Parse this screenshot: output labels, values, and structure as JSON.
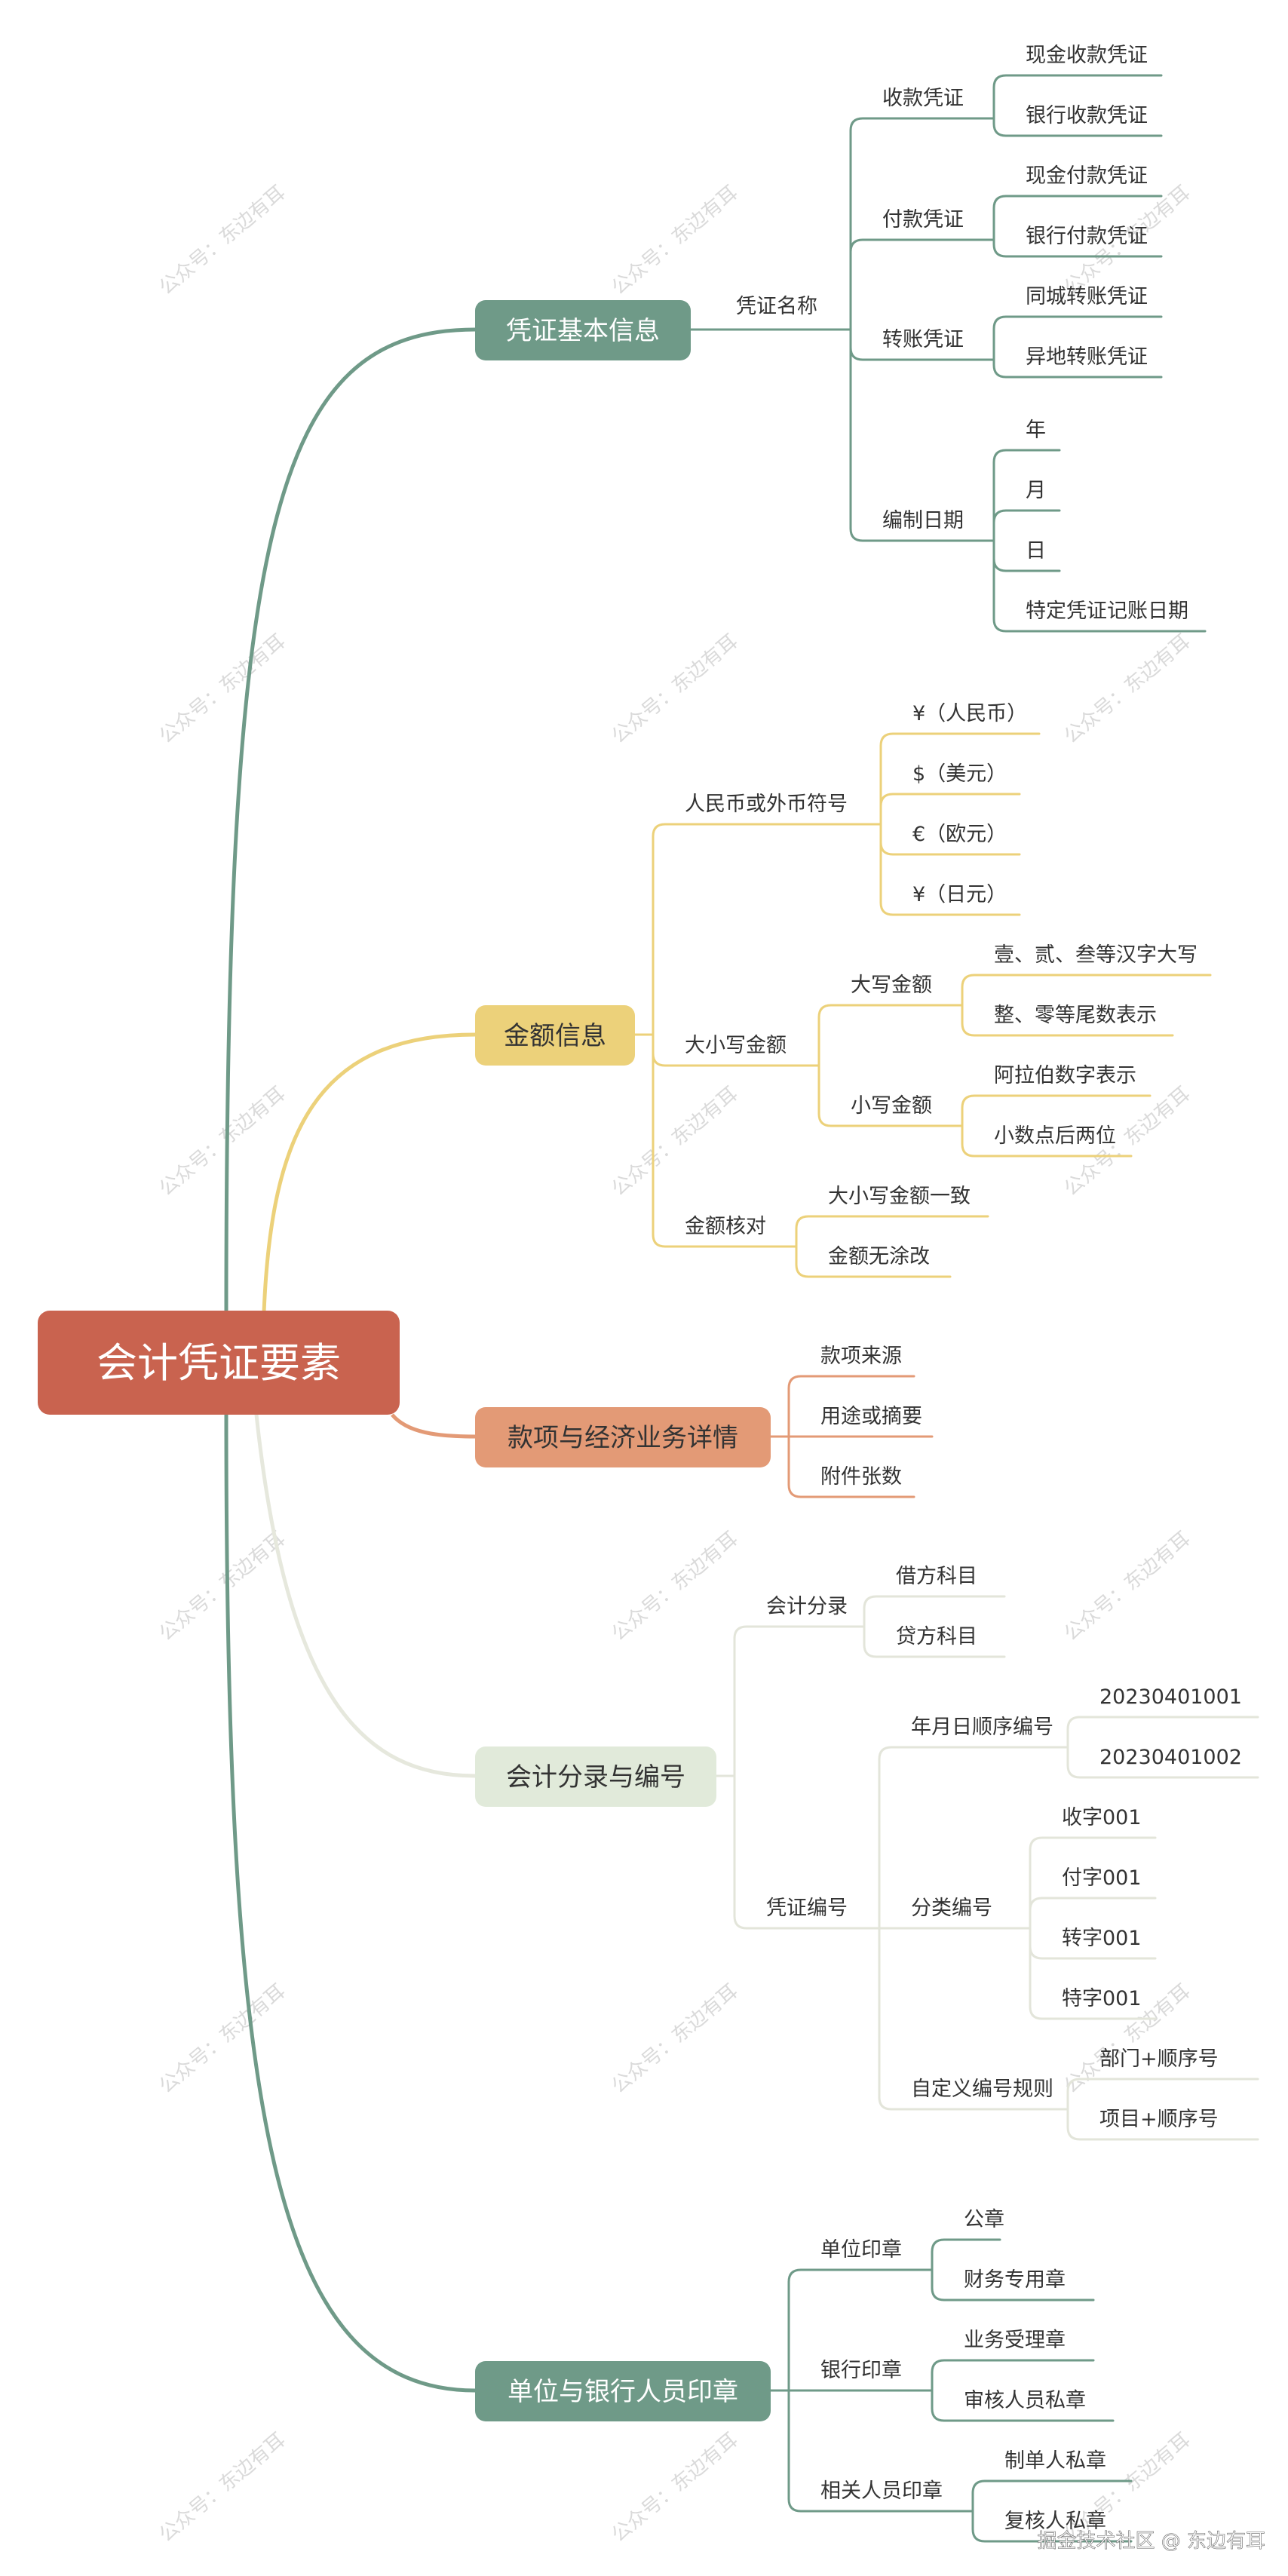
{
  "root": {
    "label": "会计凭证要素",
    "color": "#c9634f"
  },
  "watermark": {
    "text": "公众号：东边有耳"
  },
  "footer": {
    "text": "掘金技术社区 @ 东边有耳"
  },
  "branches": [
    {
      "id": "voucher-basic-info",
      "label": "凭证基本信息",
      "color": "#6f9a88",
      "fill": "#6f9a88",
      "text": "#ffffff",
      "children": [
        {
          "id": "voucher-name",
          "label": "凭证名称",
          "children": [
            {
              "label": "收款凭证",
              "children": [
                {
                  "label": "现金收款凭证"
                },
                {
                  "label": "银行收款凭证"
                }
              ]
            },
            {
              "label": "付款凭证",
              "children": [
                {
                  "label": "现金付款凭证"
                },
                {
                  "label": "银行付款凭证"
                }
              ]
            },
            {
              "label": "转账凭证",
              "children": [
                {
                  "label": "同城转账凭证"
                },
                {
                  "label": "异地转账凭证"
                }
              ]
            },
            {
              "label": "编制日期",
              "children": [
                {
                  "label": "年"
                },
                {
                  "label": "月"
                },
                {
                  "label": "日"
                },
                {
                  "label": "特定凭证记账日期"
                }
              ]
            }
          ]
        }
      ]
    },
    {
      "id": "amount-info",
      "label": "金额信息",
      "color": "#ecd17a",
      "fill": "#ecd17a",
      "text": "#333333",
      "children": [
        {
          "label": "人民币或外币符号",
          "children": [
            {
              "label": "¥（人民币）"
            },
            {
              "label": "$（美元）"
            },
            {
              "label": "€（欧元）"
            },
            {
              "label": "¥（日元）"
            }
          ]
        },
        {
          "label": "大小写金额",
          "children": [
            {
              "label": "大写金额",
              "children": [
                {
                  "label": "壹、贰、叁等汉字大写"
                },
                {
                  "label": "整、零等尾数表示"
                }
              ]
            },
            {
              "label": "小写金额",
              "children": [
                {
                  "label": "阿拉伯数字表示"
                },
                {
                  "label": "小数点后两位"
                }
              ]
            }
          ]
        },
        {
          "label": "金额核对",
          "children": [
            {
              "label": "大小写金额一致"
            },
            {
              "label": "金额无涂改"
            }
          ]
        }
      ]
    },
    {
      "id": "payment-details",
      "label": "款项与经济业务详情",
      "color": "#e39a76",
      "fill": "#e39a76",
      "text": "#333333",
      "children": [
        {
          "label": "款项来源"
        },
        {
          "label": "用途或摘要"
        },
        {
          "label": "附件张数"
        }
      ]
    },
    {
      "id": "entries-numbering",
      "label": "会计分录与编号",
      "color": "#e5e8dd",
      "fill": "#e1eada",
      "text": "#333333",
      "children": [
        {
          "label": "会计分录",
          "children": [
            {
              "label": "借方科目"
            },
            {
              "label": "贷方科目"
            }
          ]
        },
        {
          "label": "凭证编号",
          "children": [
            {
              "label": "年月日顺序编号",
              "children": [
                {
                  "label": "20230401001"
                },
                {
                  "label": "20230401002"
                }
              ]
            },
            {
              "label": "分类编号",
              "children": [
                {
                  "label": "收字001"
                },
                {
                  "label": "付字001"
                },
                {
                  "label": "转字001"
                },
                {
                  "label": "特字001"
                }
              ]
            },
            {
              "label": "自定义编号规则",
              "children": [
                {
                  "label": "部门+顺序号"
                },
                {
                  "label": "项目+顺序号"
                }
              ]
            }
          ]
        }
      ]
    },
    {
      "id": "seals",
      "label": "单位与银行人员印章",
      "color": "#6f9a88",
      "fill": "#6f9a88",
      "text": "#ffffff",
      "children": [
        {
          "label": "单位印章",
          "children": [
            {
              "label": "公章"
            },
            {
              "label": "财务专用章"
            }
          ]
        },
        {
          "label": "银行印章",
          "children": [
            {
              "label": "业务受理章"
            },
            {
              "label": "审核人员私章"
            }
          ]
        },
        {
          "label": "相关人员印章",
          "children": [
            {
              "label": "制单人私章"
            },
            {
              "label": "复核人私章"
            }
          ]
        }
      ]
    }
  ]
}
